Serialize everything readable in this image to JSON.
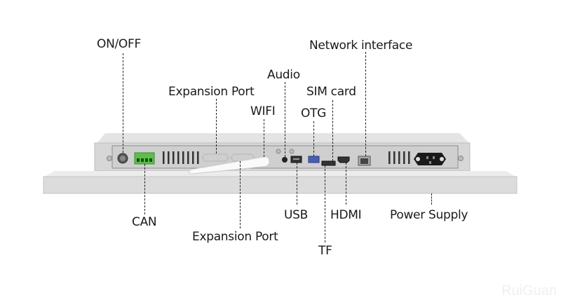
{
  "callouts": {
    "on_off": "ON/OFF",
    "network_interface": "Network interface",
    "audio": "Audio",
    "expansion_port_top": "Expansion Port",
    "sim_card": "SIM card",
    "wifi": "WIFI",
    "otg": "OTG",
    "can": "CAN",
    "usb": "USB",
    "hdmi": "HDMI",
    "power_supply": "Power Supply",
    "expansion_port_bottom": "Expansion Port",
    "tf": "TF"
  },
  "watermark": "RuiGuan",
  "colors": {
    "chassis": "#d9d9d9",
    "panel": "#e6e6e6",
    "can_terminal": "#5bbf4a",
    "usb3_port": "#4a5fb0"
  }
}
